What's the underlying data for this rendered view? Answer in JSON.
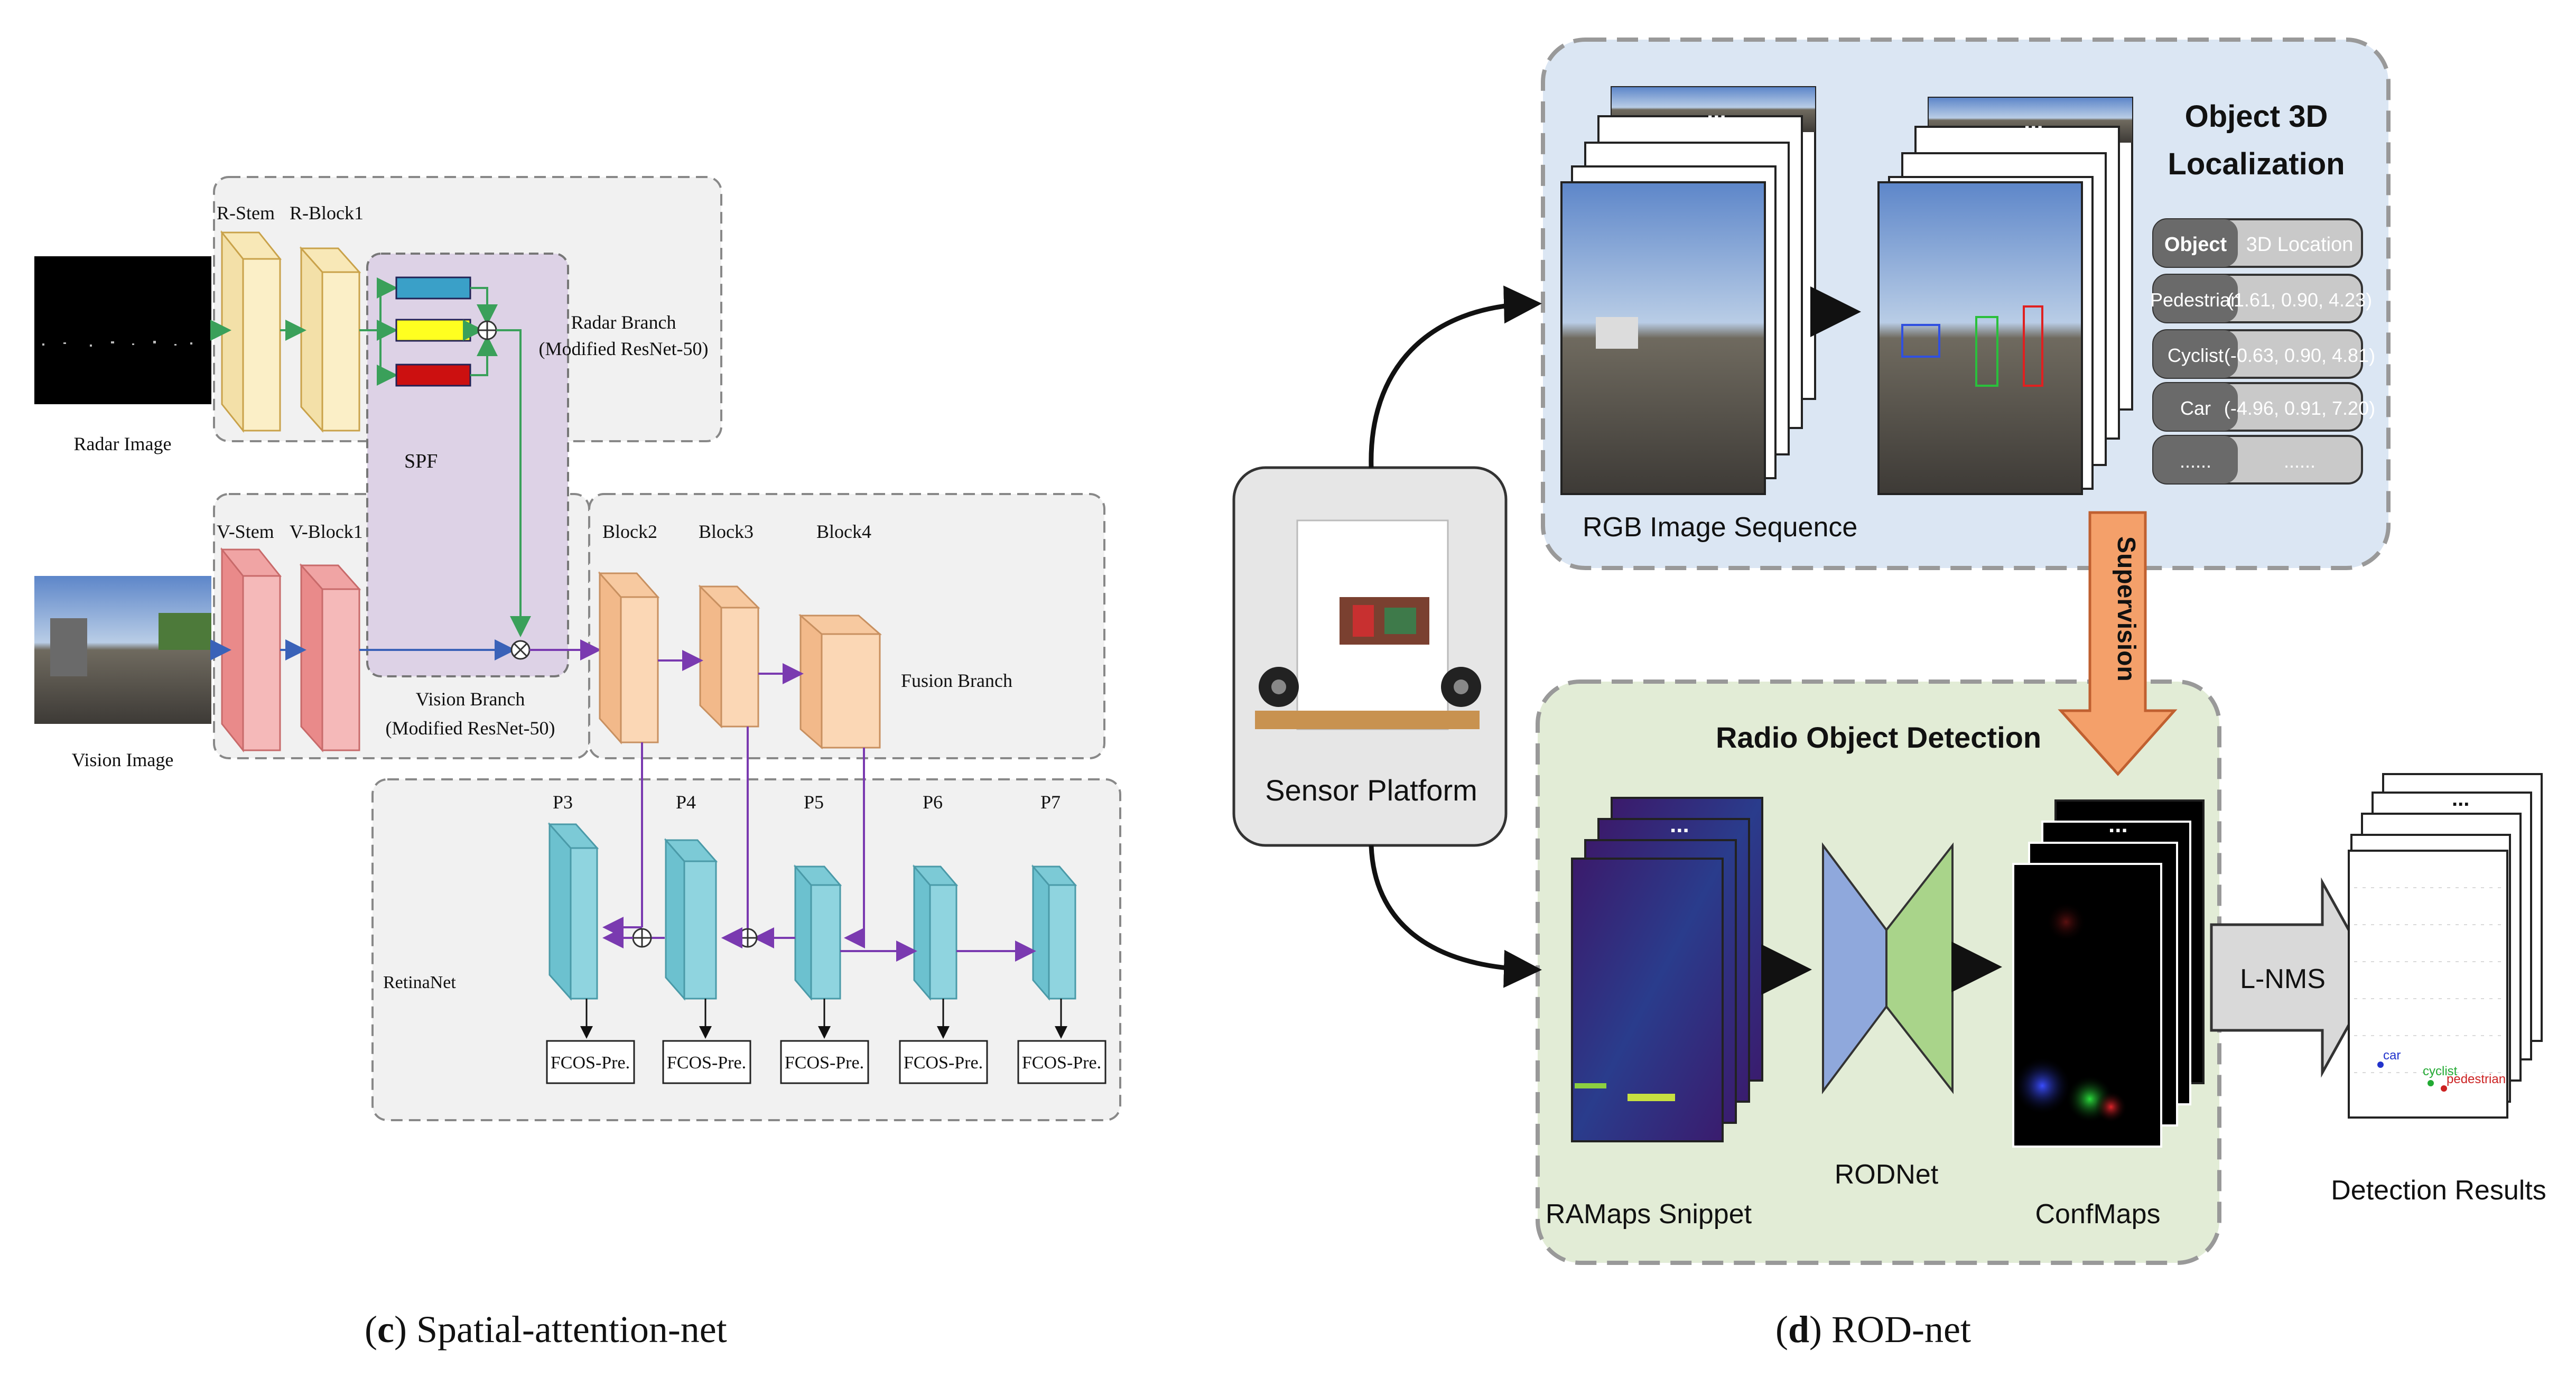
{
  "panel_c": {
    "caption_letter": "c",
    "caption_text": "Spatial-attention-net",
    "radar_image_label": "Radar Image",
    "vision_image_label": "Vision Image",
    "r_stem": "R-Stem",
    "r_block1": "R-Block1",
    "v_stem": "V-Stem",
    "v_block1": "V-Block1",
    "spf": "SPF",
    "radar_branch_line1": "Radar Branch",
    "radar_branch_line2": "(Modified ResNet-50)",
    "vision_branch_line1": "Vision Branch",
    "vision_branch_line2": "(Modified ResNet-50)",
    "block2": "Block2",
    "block3": "Block3",
    "block4": "Block4",
    "fusion_branch": "Fusion Branch",
    "retinanet": "RetinaNet",
    "pyramid": [
      "P3",
      "P4",
      "P5",
      "P6",
      "P7"
    ],
    "heads": [
      "FCOS-Pre.",
      "FCOS-Pre.",
      "FCOS-Pre.",
      "FCOS-Pre.",
      "FCOS-Pre."
    ]
  },
  "panel_d": {
    "caption_letter": "d",
    "caption_text": "ROD-net",
    "sensor_platform": "Sensor Platform",
    "rgb_sequence": "RGB Image Sequence",
    "localization_title_line1": "Object 3D",
    "localization_title_line2": "Localization",
    "table_header": [
      "Object",
      "3D Location"
    ],
    "table_rows": [
      [
        "Pedestrian",
        "(1.61, 0.90, 4.23)"
      ],
      [
        "Cyclist",
        "(-0.63, 0.90, 4.81)"
      ],
      [
        "Car",
        "(-4.96, 0.91, 7.20)"
      ],
      [
        "......",
        "......"
      ]
    ],
    "supervision": "Supervision",
    "radio_detection": "Radio Object Detection",
    "ramaps": "RAMaps Snippet",
    "rodnet": "RODNet",
    "confmaps": "ConfMaps",
    "lnms": "L-NMS",
    "detection_results": "Detection Results",
    "det_labels": [
      "car",
      "cyclist",
      "pedestrian"
    ],
    "ellipsis": "..."
  }
}
